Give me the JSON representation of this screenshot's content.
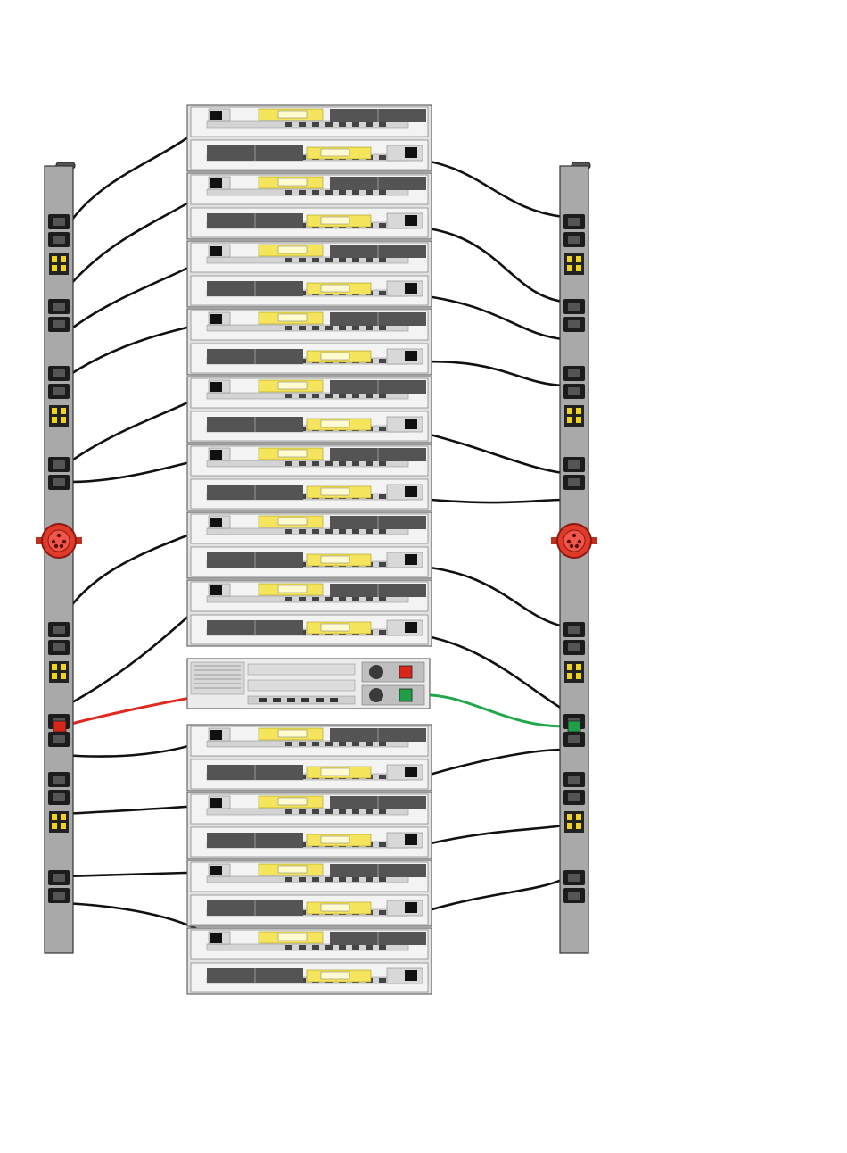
{
  "diagram": {
    "pdus": [
      {
        "side": "left",
        "id": "pdu-left"
      },
      {
        "side": "right",
        "id": "pdu-right"
      }
    ],
    "enclosures_above_server": 8,
    "enclosures_below_server": 4,
    "server_power_cables": [
      "#e0281e",
      "#1fa84b"
    ],
    "cable_color": "#111111",
    "pdu_color": "#a9a9a9",
    "inlet_color": "#e03a2a",
    "handle_color": "#f4e55c",
    "enclosure_color": "#e2e2e2"
  }
}
